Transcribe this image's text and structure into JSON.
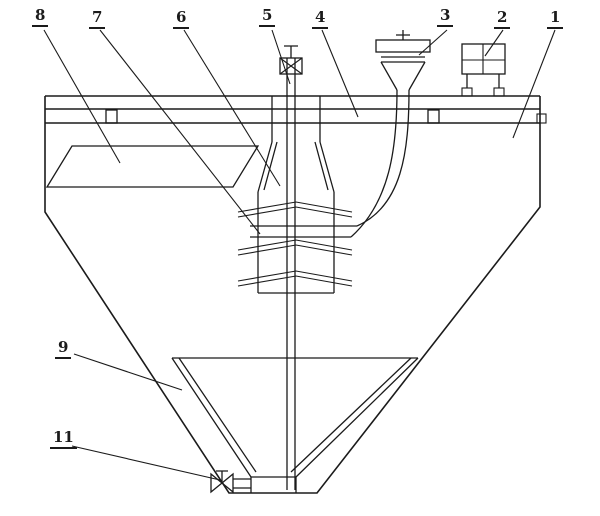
{
  "colors": {
    "line": "#1b1b1b",
    "background": "#ffffff"
  },
  "labels": [
    {
      "text": "8"
    },
    {
      "text": "7"
    },
    {
      "text": "6"
    },
    {
      "text": "5"
    },
    {
      "text": "4"
    },
    {
      "text": "3"
    },
    {
      "text": "2"
    },
    {
      "text": "1"
    },
    {
      "text": "9"
    },
    {
      "text": "11"
    }
  ]
}
